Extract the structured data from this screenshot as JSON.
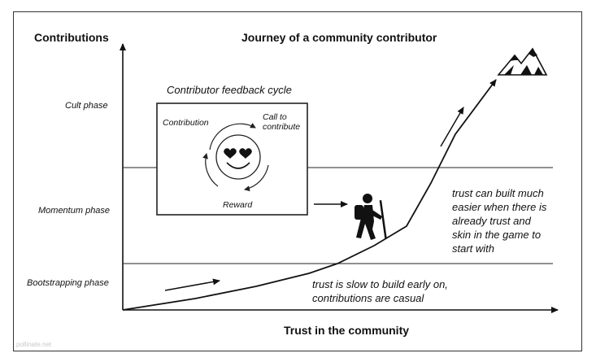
{
  "title": "Journey of a community contributor",
  "y_axis_label": "Contributions",
  "x_axis_label": "Trust in the community",
  "phases": {
    "cult": "Cult phase",
    "momentum": "Momentum phase",
    "bootstrapping": "Bootstrapping phase"
  },
  "feedback_cycle": {
    "title": "Contributor feedback cycle",
    "contribution": "Contribution",
    "call_to_contribute": "Call to\ncontribute",
    "reward": "Reward"
  },
  "notes": {
    "early": "trust is slow to build early on,\ncontributions are casual",
    "later": "trust can built much\neasier when there is\nalready trust and\nskin in the game to\nstart with"
  },
  "watermark": "pollinate.net",
  "icons": [
    "smiley-heart-eyes-icon",
    "hiker-icon",
    "mountain-icon"
  ]
}
